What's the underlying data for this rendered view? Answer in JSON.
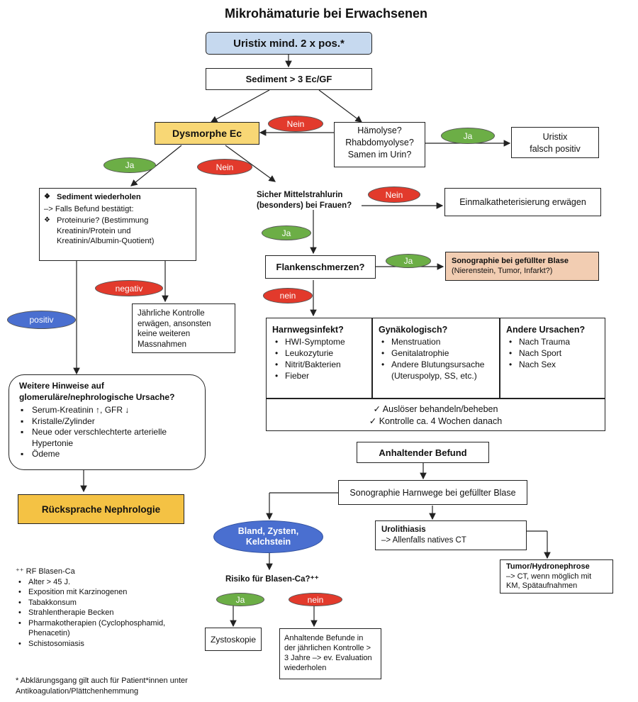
{
  "title": "Mikrohämaturie bei Erwachsenen",
  "uristix": "Uristix mind. 2 x pos.*",
  "sediment": "Sediment > 3 Ec/GF",
  "dysmorphe": "Dysmorphe Ec",
  "haemolyse": [
    "Hämolyse?",
    "Rhabdomyolyse?",
    "Samen im Urin?"
  ],
  "falsch_positiv": [
    "Uristix",
    "falsch positiv"
  ],
  "labels": {
    "ja": "Ja",
    "nein": "Nein",
    "nein_lower": "nein",
    "negativ": "negativ",
    "positiv": "positiv"
  },
  "sediment_wiederholen": {
    "head": "Sediment wiederholen",
    "line2": "–> Falls Befund bestätigt:",
    "line3": "Proteinurie? (Bestimmung Kreatinin/Protein und Kreatinin/Albumin-Quotient)"
  },
  "mittelstrahl": [
    "Sicher Mittelstrahlurin",
    "(besonders) bei Frauen?"
  ],
  "einmalkatheter": "Einmalkatheterisierung erwägen",
  "flankenschmerzen": "Flankenschmerzen?",
  "sonographie_blase": {
    "head": "Sonographie bei gefüllter Blase",
    "sub": "(Nierenstein, Tumor, Infarkt?)"
  },
  "jaehrliche_kontrolle": "Jährliche Kontrolle erwägen, ansonsten keine weiteren Massnahmen",
  "harnwegsinfekt": {
    "head": "Harnwegsinfekt?",
    "items": [
      "HWI-Symptome",
      "Leukozyturie",
      "Nitrit/Bakterien",
      "Fieber"
    ]
  },
  "gynaekologisch": {
    "head": "Gynäkologisch?",
    "items": [
      "Menstruation",
      "Genitalatrophie",
      "Andere Blutungsursache (Uteruspolyp, SS, etc.)"
    ]
  },
  "andere_ursachen": {
    "head": "Andere Ursachen?",
    "items": [
      "Nach Trauma",
      "Nach Sport",
      "Nach Sex"
    ]
  },
  "ausloeser": [
    "✓  Auslöser behandeln/beheben",
    "✓  Kontrolle ca. 4 Wochen danach"
  ],
  "weitere_hinweise": {
    "head": "Weitere Hinweise auf glomeruläre/nephrologische Ursache?",
    "items": [
      "Serum-Kreatinin ↑, GFR ↓",
      "Kristalle/Zylinder",
      "Neue oder verschlechterte arterielle Hypertonie",
      "Ödeme"
    ]
  },
  "anhaltender_befund": "Anhaltender Befund",
  "sonographie_harnwege": "Sonographie Harnwege bei gefüllter Blase",
  "rueckspache": "Rücksprache Nephrologie",
  "bland": [
    "Bland, Zysten,",
    "Kelchstein"
  ],
  "urolithiasis": {
    "head": "Urolithiasis",
    "sub": "–> Allenfalls natives CT"
  },
  "tumor": {
    "head": "Tumor/Hydronephrose",
    "sub": "–> CT, wenn möglich mit KM, Spätaufnahmen"
  },
  "risiko": "Risiko für Blasen-Ca?⁺⁺",
  "zystoskopie": "Zystoskopie",
  "anhaltende_befunde": "Anhaltende Befunde in der jährlichen Kontrolle > 3 Jahre –> ev. Evaluation wiederholen",
  "rf_blasen": {
    "head": "⁺⁺ RF Blasen-Ca",
    "items": [
      "Alter > 45 J.",
      "Exposition mit Karzinogenen",
      "Tabakkonsum",
      "Strahlentherapie Becken",
      "Pharmakotherapien (Cyclophosphamid, Phenacetin)",
      "Schistosomiasis"
    ]
  },
  "footnote": "* Abklärungsgang gilt auch für Patient*innen unter Antikoagulation/Plättchenhemmung",
  "colors": {
    "uristix_fill": "#c6d9ef",
    "dysmorphe_fill": "#f8d775",
    "sonographie_fill": "#f2cdb2",
    "nephro_fill": "#f4c244",
    "ja_green": "#6cae46",
    "nein_red": "#e23a2c",
    "positiv_blue": "#4a6fd0"
  }
}
